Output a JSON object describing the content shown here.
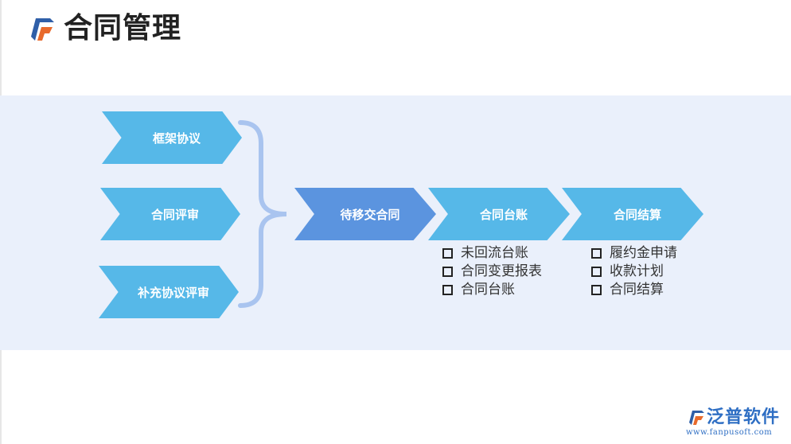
{
  "header": {
    "title": "合同管理"
  },
  "diagram": {
    "inputs": [
      {
        "label": "框架协议"
      },
      {
        "label": "合同评审"
      },
      {
        "label": "补充协议评审"
      }
    ],
    "flow": [
      {
        "label": "待移交合同",
        "color": "#5b94df"
      },
      {
        "label": "合同台账",
        "color": "#56b8e8"
      },
      {
        "label": "合同结算",
        "color": "#56b8e8"
      }
    ],
    "ledger_items": [
      "未回流台账",
      "合同变更报表",
      "合同台账"
    ],
    "settlement_items": [
      "履约金申请",
      "收款计划",
      "合同结算"
    ]
  },
  "brand": {
    "name": "泛普软件",
    "url": "www.fanpusoft.com"
  },
  "colors": {
    "chevron_light": "#56b8e8",
    "chevron_dark": "#5b94df",
    "band": "#eaf0fb",
    "brace": "#a9c4ef",
    "logo_blue": "#2f5fa8",
    "logo_orange": "#e86a2c"
  }
}
